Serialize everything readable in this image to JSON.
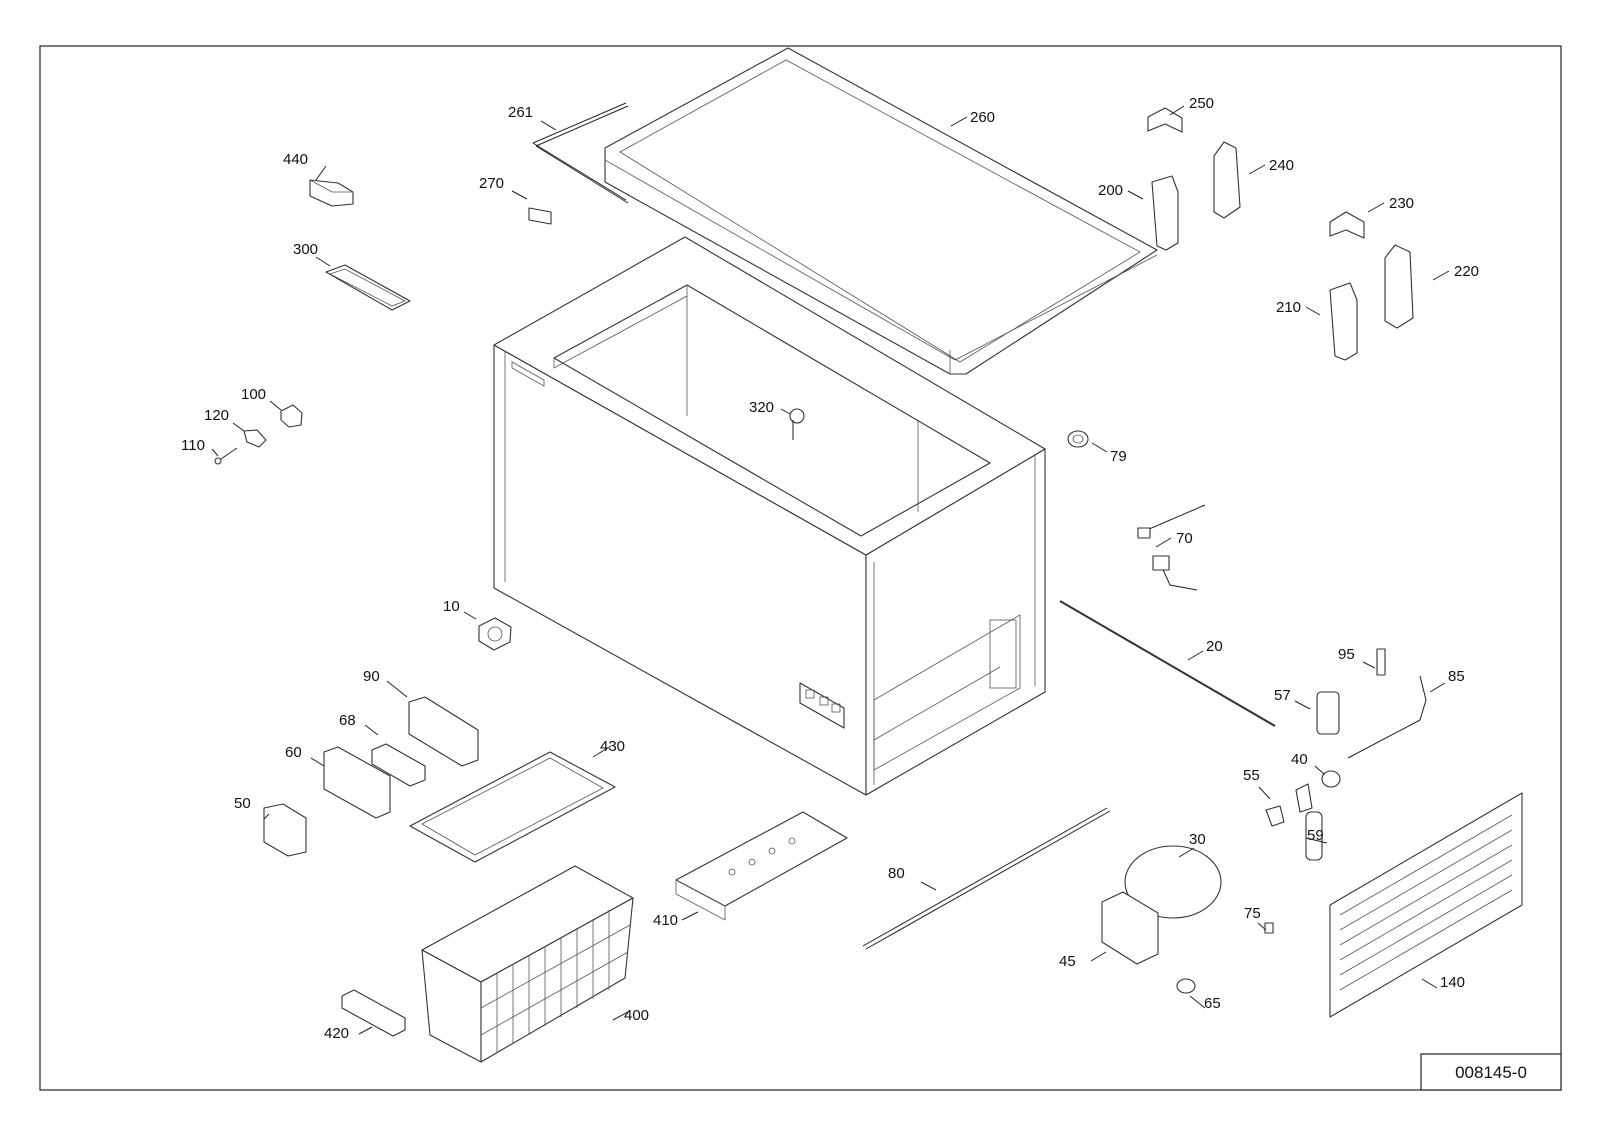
{
  "drawing_number": "008145-0",
  "part_labels": {
    "p261": "261",
    "p260": "260",
    "p250": "250",
    "p240": "240",
    "p200": "200",
    "p230": "230",
    "p220": "220",
    "p210": "210",
    "p440": "440",
    "p270": "270",
    "p300": "300",
    "p100": "100",
    "p120": "120",
    "p110": "110",
    "p320": "320",
    "p79": "79",
    "p70": "70",
    "p20": "20",
    "p10": "10",
    "p95": "95",
    "p85": "85",
    "p57": "57",
    "p90": "90",
    "p68": "68",
    "p60": "60",
    "p430": "430",
    "p40": "40",
    "p55": "55",
    "p50": "50",
    "p59": "59",
    "p30": "30",
    "p80": "80",
    "p410": "410",
    "p75": "75",
    "p45": "45",
    "p140": "140",
    "p65": "65",
    "p400": "400",
    "p420": "420"
  }
}
